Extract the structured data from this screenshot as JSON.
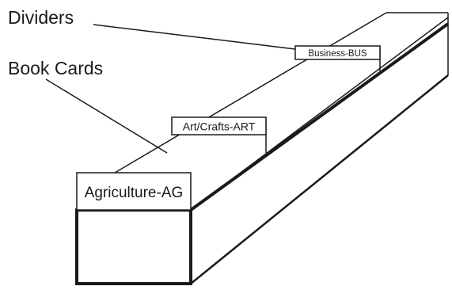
{
  "labels": {
    "dividers": "Dividers",
    "book_cards": "Book Cards"
  },
  "dividers": [
    {
      "label": "Agriculture-AG"
    },
    {
      "label": "Art/Crafts-ART"
    },
    {
      "label": "Business-BUS"
    }
  ],
  "colors": {
    "stroke": "#1a1a1a",
    "background": "#ffffff"
  }
}
